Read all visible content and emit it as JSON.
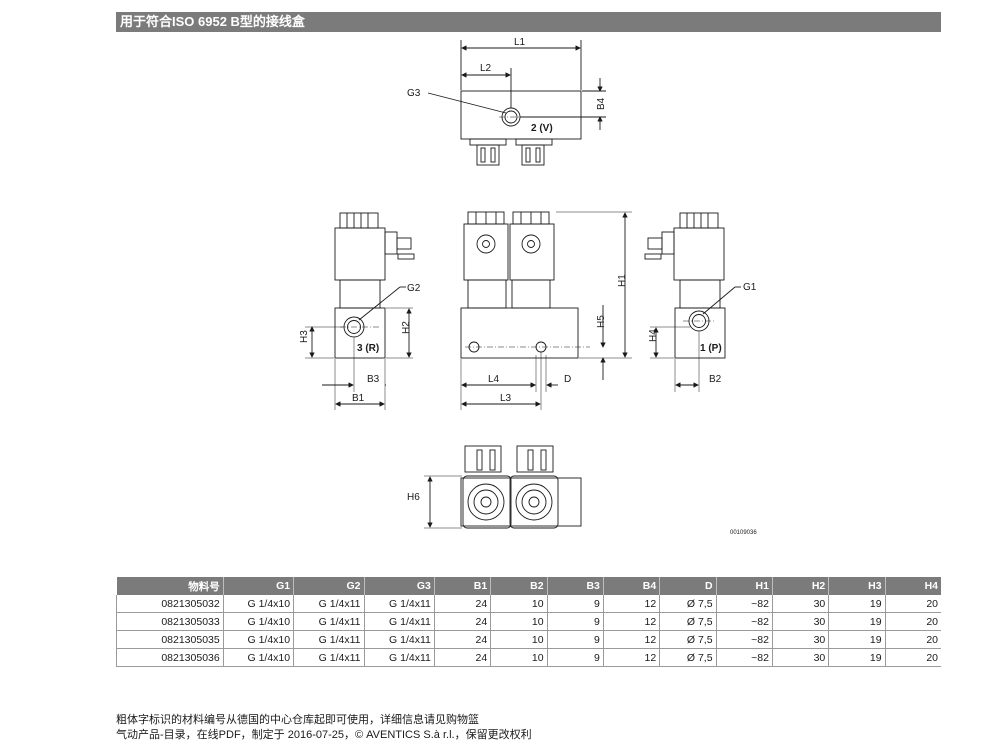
{
  "header": {
    "title": "用于符合ISO 6952 B型的接线盒"
  },
  "drawing": {
    "labels": {
      "L1": "L1",
      "L2": "L2",
      "G3": "G3",
      "B4": "B4",
      "port2": "2 (V)",
      "G2": "G2",
      "H3": "H3",
      "H2": "H2",
      "port3": "3 (R)",
      "B3": "B3",
      "B1": "B1",
      "H1": "H1",
      "H5": "H5",
      "L4": "L4",
      "D": "D",
      "L3": "L3",
      "G1": "G1",
      "H4": "H4",
      "port1": "1 (P)",
      "B2": "B2",
      "H6": "H6"
    },
    "drawing_number": "00109036"
  },
  "table": {
    "headers": [
      "物料号",
      "G1",
      "G2",
      "G3",
      "B1",
      "B2",
      "B3",
      "B4",
      "D",
      "H1",
      "H2",
      "H3",
      "H4"
    ],
    "rows": [
      [
        "0821305032",
        "G 1/4x10",
        "G 1/4x11",
        "G 1/4x11",
        "24",
        "10",
        "9",
        "12",
        "Ø 7,5",
        "~82",
        "30",
        "19",
        "20"
      ],
      [
        "0821305033",
        "G 1/4x10",
        "G 1/4x11",
        "G 1/4x11",
        "24",
        "10",
        "9",
        "12",
        "Ø 7,5",
        "~82",
        "30",
        "19",
        "20"
      ],
      [
        "0821305035",
        "G 1/4x10",
        "G 1/4x11",
        "G 1/4x11",
        "24",
        "10",
        "9",
        "12",
        "Ø 7,5",
        "~82",
        "30",
        "19",
        "20"
      ],
      [
        "0821305036",
        "G 1/4x10",
        "G 1/4x11",
        "G 1/4x11",
        "24",
        "10",
        "9",
        "12",
        "Ø 7,5",
        "~82",
        "30",
        "19",
        "20"
      ]
    ]
  },
  "footer": {
    "note": "粗体字标识的材料编号从德国的中心仓库起即可使用，详细信息请见购物篮",
    "catalog": "气动产品-目录，在线PDF，制定于 2016-07-25，© AVENTICS S.à r.l.，保留更改权利"
  }
}
